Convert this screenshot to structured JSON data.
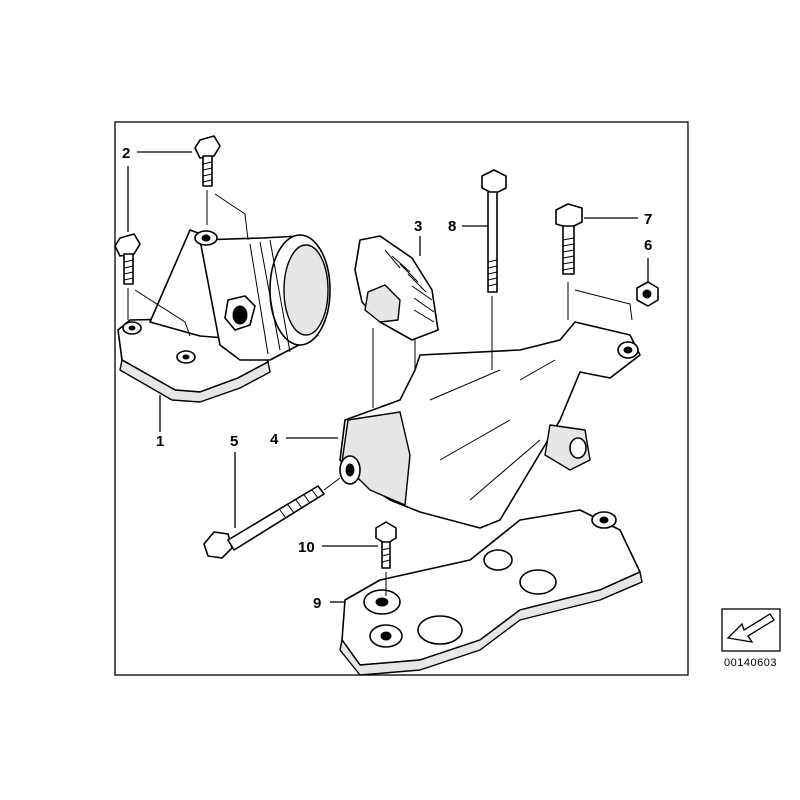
{
  "diagram": {
    "callouts": {
      "c1": "1",
      "c2": "2",
      "c3": "3",
      "c4": "4",
      "c5": "5",
      "c6": "6",
      "c7": "7",
      "c8": "8",
      "c9": "9",
      "c10": "10"
    },
    "part_number": "00140603",
    "icons": {
      "orientation": "direction-arrow-icon"
    }
  }
}
